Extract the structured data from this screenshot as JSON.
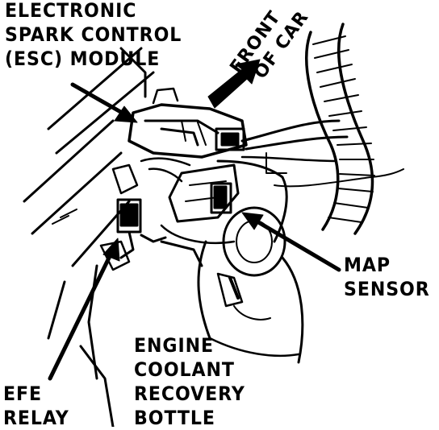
{
  "labels": {
    "esc_module": [
      "ELECTRONIC",
      "SPARK CONTROL",
      "(ESC) MODULE"
    ],
    "front_of_car": [
      "FRONT",
      "OF CAR"
    ],
    "map_sensor": [
      "MAP",
      "SENSOR"
    ],
    "coolant_bottle": [
      "ENGINE",
      "COOLANT",
      "RECOVERY",
      "BOTTLE"
    ],
    "efe_relay": [
      "EFE",
      "RELAY"
    ]
  },
  "colors": {
    "ink": "#000000",
    "paper": "#ffffff"
  }
}
